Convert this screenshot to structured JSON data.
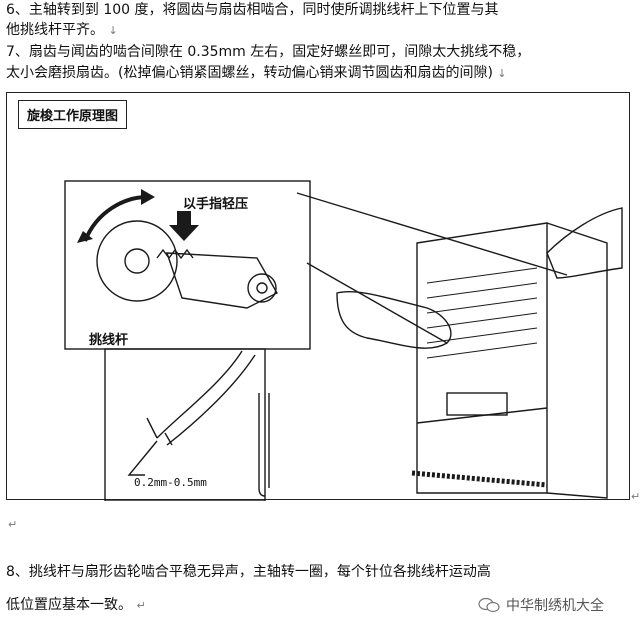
{
  "paragraphs": {
    "p6_line1": "6、主轴转到到 100 度，将圆齿与扇齿相啮合，同时使所调挑线杆上下位置与其",
    "p6_line2": "他挑线杆平齐。",
    "p7_line1": "7、扇齿与闻齿的啮合间隙在 0.35mm 左右，固定好螺丝即可，间隙太大挑线不稳，",
    "p7_line2": "太小会磨损扇齿。(松掉偏心销紧固螺丝，转动偏心销来调节圆齿和扇齿的间隙)",
    "p8_line1": "8、挑线杆与扇形齿轮啮合平稳无异声，主轴转一圈，每个针位各挑线杆运动高",
    "p8_line2": "低位置应基本一致。"
  },
  "marks": {
    "down_arrow": "↓",
    "return": "↵",
    "para": "↵"
  },
  "figure": {
    "title": "旋梭工作原理图",
    "label_finger": "以手指轻压",
    "label_lever": "挑线杆",
    "label_gap": "0.2mm-0.5mm"
  },
  "watermark": {
    "text": "中华制绣机大全"
  },
  "colors": {
    "line": "#1a1a1a",
    "text": "#111111",
    "watermark": "#555555"
  }
}
